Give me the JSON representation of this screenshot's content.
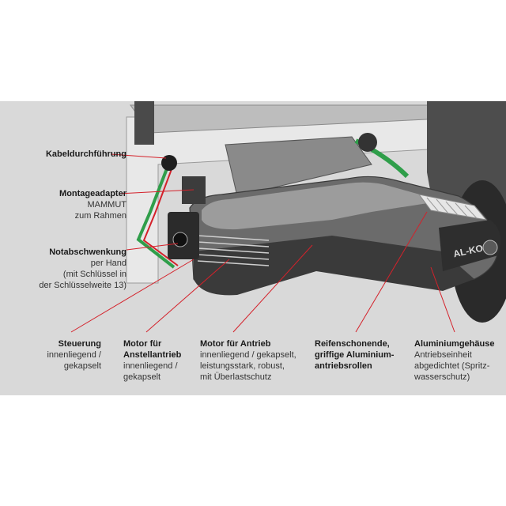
{
  "colors": {
    "background": "#d9d9d9",
    "leader_line": "#d4212a",
    "housing_dark": "#3a3a3a",
    "housing_mid": "#6b6b6b",
    "cable_green": "#2f9e4a",
    "cable_red": "#d4212a"
  },
  "brand": "AL-KO",
  "callouts": {
    "kabel": {
      "title": "Kabeldurchführung"
    },
    "montage": {
      "title": "Montageadapter",
      "lines": [
        "MAMMUT",
        "zum Rahmen"
      ]
    },
    "not": {
      "title": "Notabschwenkung",
      "lines": [
        "per Hand",
        "(mit Schlüssel in",
        "der Schlüsselweite 13)"
      ]
    },
    "steuerung": {
      "title": "Steuerung",
      "lines": [
        "innenliegend /",
        "gekapselt"
      ]
    },
    "motor_anstell": {
      "title": "Motor für\nAnstellantrieb",
      "title_lines": [
        "Motor für",
        "Anstellantrieb"
      ],
      "lines": [
        "innenliegend /",
        "gekapselt"
      ]
    },
    "motor_antrieb": {
      "title": "Motor für Antrieb",
      "lines": [
        "innenliegend / gekapselt,",
        "leistungsstark, robust,",
        "mit Überlastschutz"
      ]
    },
    "reifen": {
      "title_lines": [
        "Reifenschonende,",
        "griffige Aluminium-",
        "antriebsrollen"
      ]
    },
    "alu": {
      "title": "Aluminiumgehäuse",
      "lines": [
        "Antriebseinheit",
        "abgedichtet (Spritz-",
        "wasserschutz)"
      ]
    }
  }
}
